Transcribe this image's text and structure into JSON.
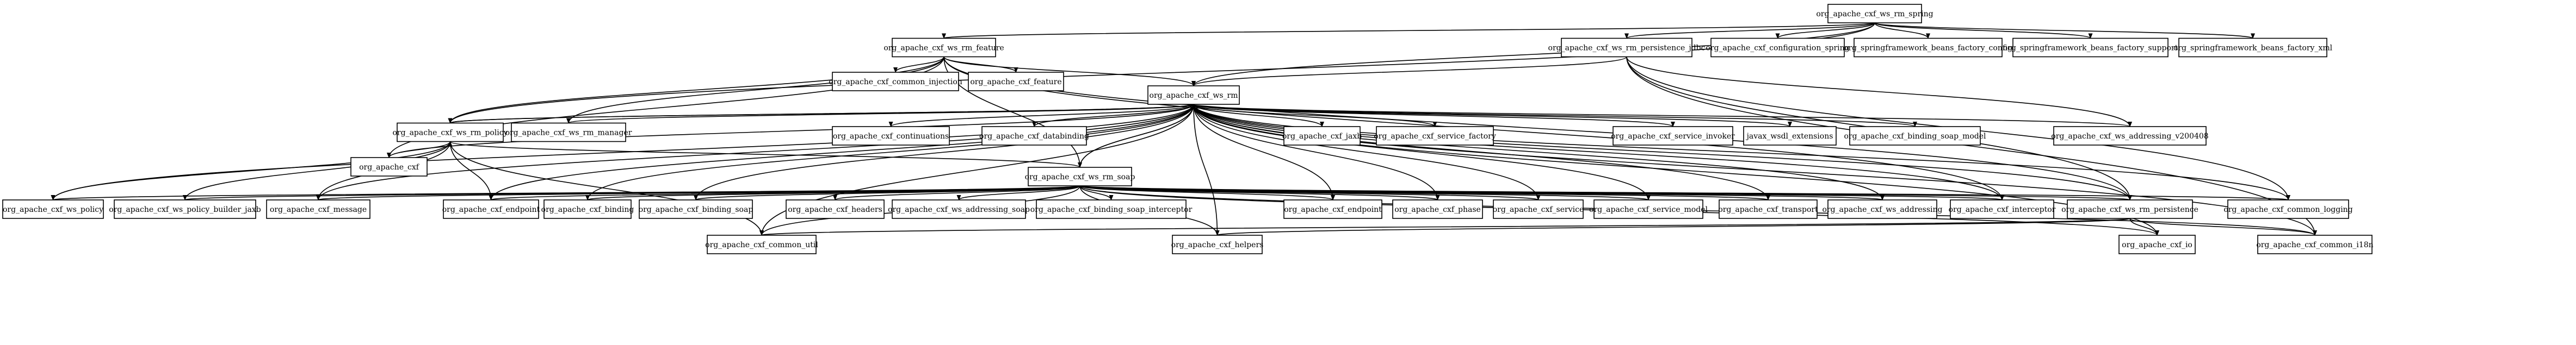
{
  "nodes": [
    {
      "id": "ws_rm_spring",
      "label": "org_apache_cxf_ws_rm_spring"
    },
    {
      "id": "ws_rm_feature",
      "label": "org_apache_cxf_ws_rm_feature"
    },
    {
      "id": "ws_rm_persistence_jdbc",
      "label": "org_apache_cxf_ws_rm_persistence_jdbc"
    },
    {
      "id": "configuration_spring",
      "label": "org_apache_cxf_configuration_spring"
    },
    {
      "id": "sf_beans_factory_config",
      "label": "org_springframework_beans_factory_config"
    },
    {
      "id": "sf_beans_factory_support",
      "label": "org_springframework_beans_factory_support"
    },
    {
      "id": "sf_beans_factory_xml",
      "label": "org_springframework_beans_factory_xml"
    },
    {
      "id": "common_injection",
      "label": "org_apache_cxf_common_injection"
    },
    {
      "id": "feature",
      "label": "org_apache_cxf_feature"
    },
    {
      "id": "ws_rm",
      "label": "org_apache_cxf_ws_rm"
    },
    {
      "id": "ws_rm_policy",
      "label": "org_apache_cxf_ws_rm_policy"
    },
    {
      "id": "ws_rm_manager",
      "label": "org_apache_cxf_ws_rm_manager"
    },
    {
      "id": "continuations",
      "label": "org_apache_cxf_continuations"
    },
    {
      "id": "databinding",
      "label": "org_apache_cxf_databinding"
    },
    {
      "id": "jaxb",
      "label": "org_apache_cxf_jaxb"
    },
    {
      "id": "service_factory",
      "label": "org_apache_cxf_service_factory"
    },
    {
      "id": "service_invoker",
      "label": "org_apache_cxf_service_invoker"
    },
    {
      "id": "javax_wsdl_extensions",
      "label": "javax_wsdl_extensions"
    },
    {
      "id": "binding_soap_model",
      "label": "org_apache_cxf_binding_soap_model"
    },
    {
      "id": "ws_addressing_v200408",
      "label": "org_apache_cxf_ws_addressing_v200408"
    },
    {
      "id": "cxf",
      "label": "org_apache_cxf"
    },
    {
      "id": "ws_rm_soap",
      "label": "org_apache_cxf_ws_rm_soap"
    },
    {
      "id": "ws_policy",
      "label": "org_apache_cxf_ws_policy"
    },
    {
      "id": "ws_policy_builder_jaxb",
      "label": "org_apache_cxf_ws_policy_builder_jaxb"
    },
    {
      "id": "message",
      "label": "org_apache_cxf_message"
    },
    {
      "id": "endpoint",
      "label": "org_apache_cxf_endpoint"
    },
    {
      "id": "binding",
      "label": "org_apache_cxf_binding"
    },
    {
      "id": "binding_soap",
      "label": "org_apache_cxf_binding_soap"
    },
    {
      "id": "headers",
      "label": "org_apache_cxf_headers"
    },
    {
      "id": "ws_addressing_soap",
      "label": "org_apache_cxf_ws_addressing_soap"
    },
    {
      "id": "binding_soap_interceptor",
      "label": "org_apache_cxf_binding_soap_interceptor"
    },
    {
      "id": "endpoint2",
      "label": "org_apache_cxf_endpoint"
    },
    {
      "id": "phase",
      "label": "org_apache_cxf_phase"
    },
    {
      "id": "service",
      "label": "org_apache_cxf_service"
    },
    {
      "id": "service_model",
      "label": "org_apache_cxf_service_model"
    },
    {
      "id": "transport",
      "label": "org_apache_cxf_transport"
    },
    {
      "id": "ws_addressing",
      "label": "org_apache_cxf_ws_addressing"
    },
    {
      "id": "interceptor",
      "label": "org_apache_cxf_interceptor"
    },
    {
      "id": "ws_rm_persistence",
      "label": "org_apache_cxf_ws_rm_persistence"
    },
    {
      "id": "common_logging",
      "label": "org_apache_cxf_common_logging"
    },
    {
      "id": "common_util",
      "label": "org_apache_cxf_common_util"
    },
    {
      "id": "helpers",
      "label": "org_apache_cxf_helpers"
    },
    {
      "id": "io",
      "label": "org_apache_cxf_io"
    },
    {
      "id": "common_i18n",
      "label": "org_apache_cxf_common_i18n"
    }
  ],
  "edges": [
    [
      "ws_rm_spring",
      "ws_rm_feature"
    ],
    [
      "ws_rm_spring",
      "ws_rm_persistence_jdbc"
    ],
    [
      "ws_rm_spring",
      "configuration_spring"
    ],
    [
      "ws_rm_spring",
      "sf_beans_factory_config"
    ],
    [
      "ws_rm_spring",
      "sf_beans_factory_support"
    ],
    [
      "ws_rm_spring",
      "sf_beans_factory_xml"
    ],
    [
      "ws_rm_spring",
      "ws_rm"
    ],
    [
      "ws_rm_spring",
      "ws_rm_policy"
    ],
    [
      "ws_rm_feature",
      "common_injection"
    ],
    [
      "ws_rm_feature",
      "feature"
    ],
    [
      "ws_rm_feature",
      "ws_rm"
    ],
    [
      "ws_rm_feature",
      "ws_rm_policy"
    ],
    [
      "ws_rm_feature",
      "ws_rm_manager"
    ],
    [
      "ws_rm_feature",
      "cxf"
    ],
    [
      "ws_rm_feature",
      "ws_rm_soap"
    ],
    [
      "ws_rm_feature",
      "interceptor"
    ],
    [
      "ws_rm_feature",
      "ws_rm_persistence"
    ],
    [
      "ws_rm_persistence_jdbc",
      "ws_rm"
    ],
    [
      "ws_rm_persistence_jdbc",
      "ws_rm_persistence"
    ],
    [
      "ws_rm_persistence_jdbc",
      "ws_addressing_v200408"
    ],
    [
      "ws_rm_persistence_jdbc",
      "common_logging"
    ],
    [
      "ws_rm_persistence_jdbc",
      "common_i18n"
    ],
    [
      "ws_rm",
      "ws_rm_policy"
    ],
    [
      "ws_rm",
      "ws_rm_manager"
    ],
    [
      "ws_rm",
      "continuations"
    ],
    [
      "ws_rm",
      "databinding"
    ],
    [
      "ws_rm",
      "jaxb"
    ],
    [
      "ws_rm",
      "service_factory"
    ],
    [
      "ws_rm",
      "service_invoker"
    ],
    [
      "ws_rm",
      "javax_wsdl_extensions"
    ],
    [
      "ws_rm",
      "binding_soap_model"
    ],
    [
      "ws_rm",
      "ws_addressing_v200408"
    ],
    [
      "ws_rm",
      "cxf"
    ],
    [
      "ws_rm",
      "ws_rm_soap"
    ],
    [
      "ws_rm",
      "ws_policy"
    ],
    [
      "ws_rm",
      "message"
    ],
    [
      "ws_rm",
      "endpoint"
    ],
    [
      "ws_rm",
      "binding"
    ],
    [
      "ws_rm",
      "binding_soap"
    ],
    [
      "ws_rm",
      "endpoint2"
    ],
    [
      "ws_rm",
      "phase"
    ],
    [
      "ws_rm",
      "service"
    ],
    [
      "ws_rm",
      "service_model"
    ],
    [
      "ws_rm",
      "transport"
    ],
    [
      "ws_rm",
      "ws_addressing"
    ],
    [
      "ws_rm",
      "interceptor"
    ],
    [
      "ws_rm",
      "ws_rm_persistence"
    ],
    [
      "ws_rm",
      "common_logging"
    ],
    [
      "ws_rm",
      "common_util"
    ],
    [
      "ws_rm",
      "helpers"
    ],
    [
      "ws_rm",
      "io"
    ],
    [
      "ws_rm",
      "common_i18n"
    ],
    [
      "ws_rm_policy",
      "ws_rm"
    ],
    [
      "ws_rm_policy",
      "cxf"
    ],
    [
      "ws_rm_policy",
      "ws_policy"
    ],
    [
      "ws_rm_policy",
      "ws_policy_builder_jaxb"
    ],
    [
      "ws_rm_policy",
      "message"
    ],
    [
      "ws_rm_policy",
      "endpoint"
    ],
    [
      "ws_rm_policy",
      "common_util"
    ],
    [
      "ws_rm_soap",
      "ws_rm"
    ],
    [
      "ws_rm_soap",
      "ws_rm_policy"
    ],
    [
      "ws_rm_soap",
      "ws_policy"
    ],
    [
      "ws_rm_soap",
      "ws_policy_builder_jaxb"
    ],
    [
      "ws_rm_soap",
      "message"
    ],
    [
      "ws_rm_soap",
      "endpoint"
    ],
    [
      "ws_rm_soap",
      "binding"
    ],
    [
      "ws_rm_soap",
      "binding_soap"
    ],
    [
      "ws_rm_soap",
      "headers"
    ],
    [
      "ws_rm_soap",
      "ws_addressing_soap"
    ],
    [
      "ws_rm_soap",
      "binding_soap_interceptor"
    ],
    [
      "ws_rm_soap",
      "endpoint2"
    ],
    [
      "ws_rm_soap",
      "phase"
    ],
    [
      "ws_rm_soap",
      "service"
    ],
    [
      "ws_rm_soap",
      "service_model"
    ],
    [
      "ws_rm_soap",
      "transport"
    ],
    [
      "ws_rm_soap",
      "ws_addressing"
    ],
    [
      "ws_rm_soap",
      "interceptor"
    ],
    [
      "ws_rm_soap",
      "ws_rm_persistence"
    ],
    [
      "ws_rm_soap",
      "common_logging"
    ],
    [
      "ws_rm_soap",
      "common_util"
    ],
    [
      "ws_rm_soap",
      "helpers"
    ],
    [
      "ws_rm_soap",
      "io"
    ],
    [
      "ws_rm_soap",
      "common_i18n"
    ],
    [
      "ws_rm_persistence",
      "common_util"
    ],
    [
      "ws_rm_persistence",
      "helpers"
    ],
    [
      "ws_rm_persistence",
      "io"
    ],
    [
      "ws_rm_persistence",
      "common_i18n"
    ]
  ]
}
